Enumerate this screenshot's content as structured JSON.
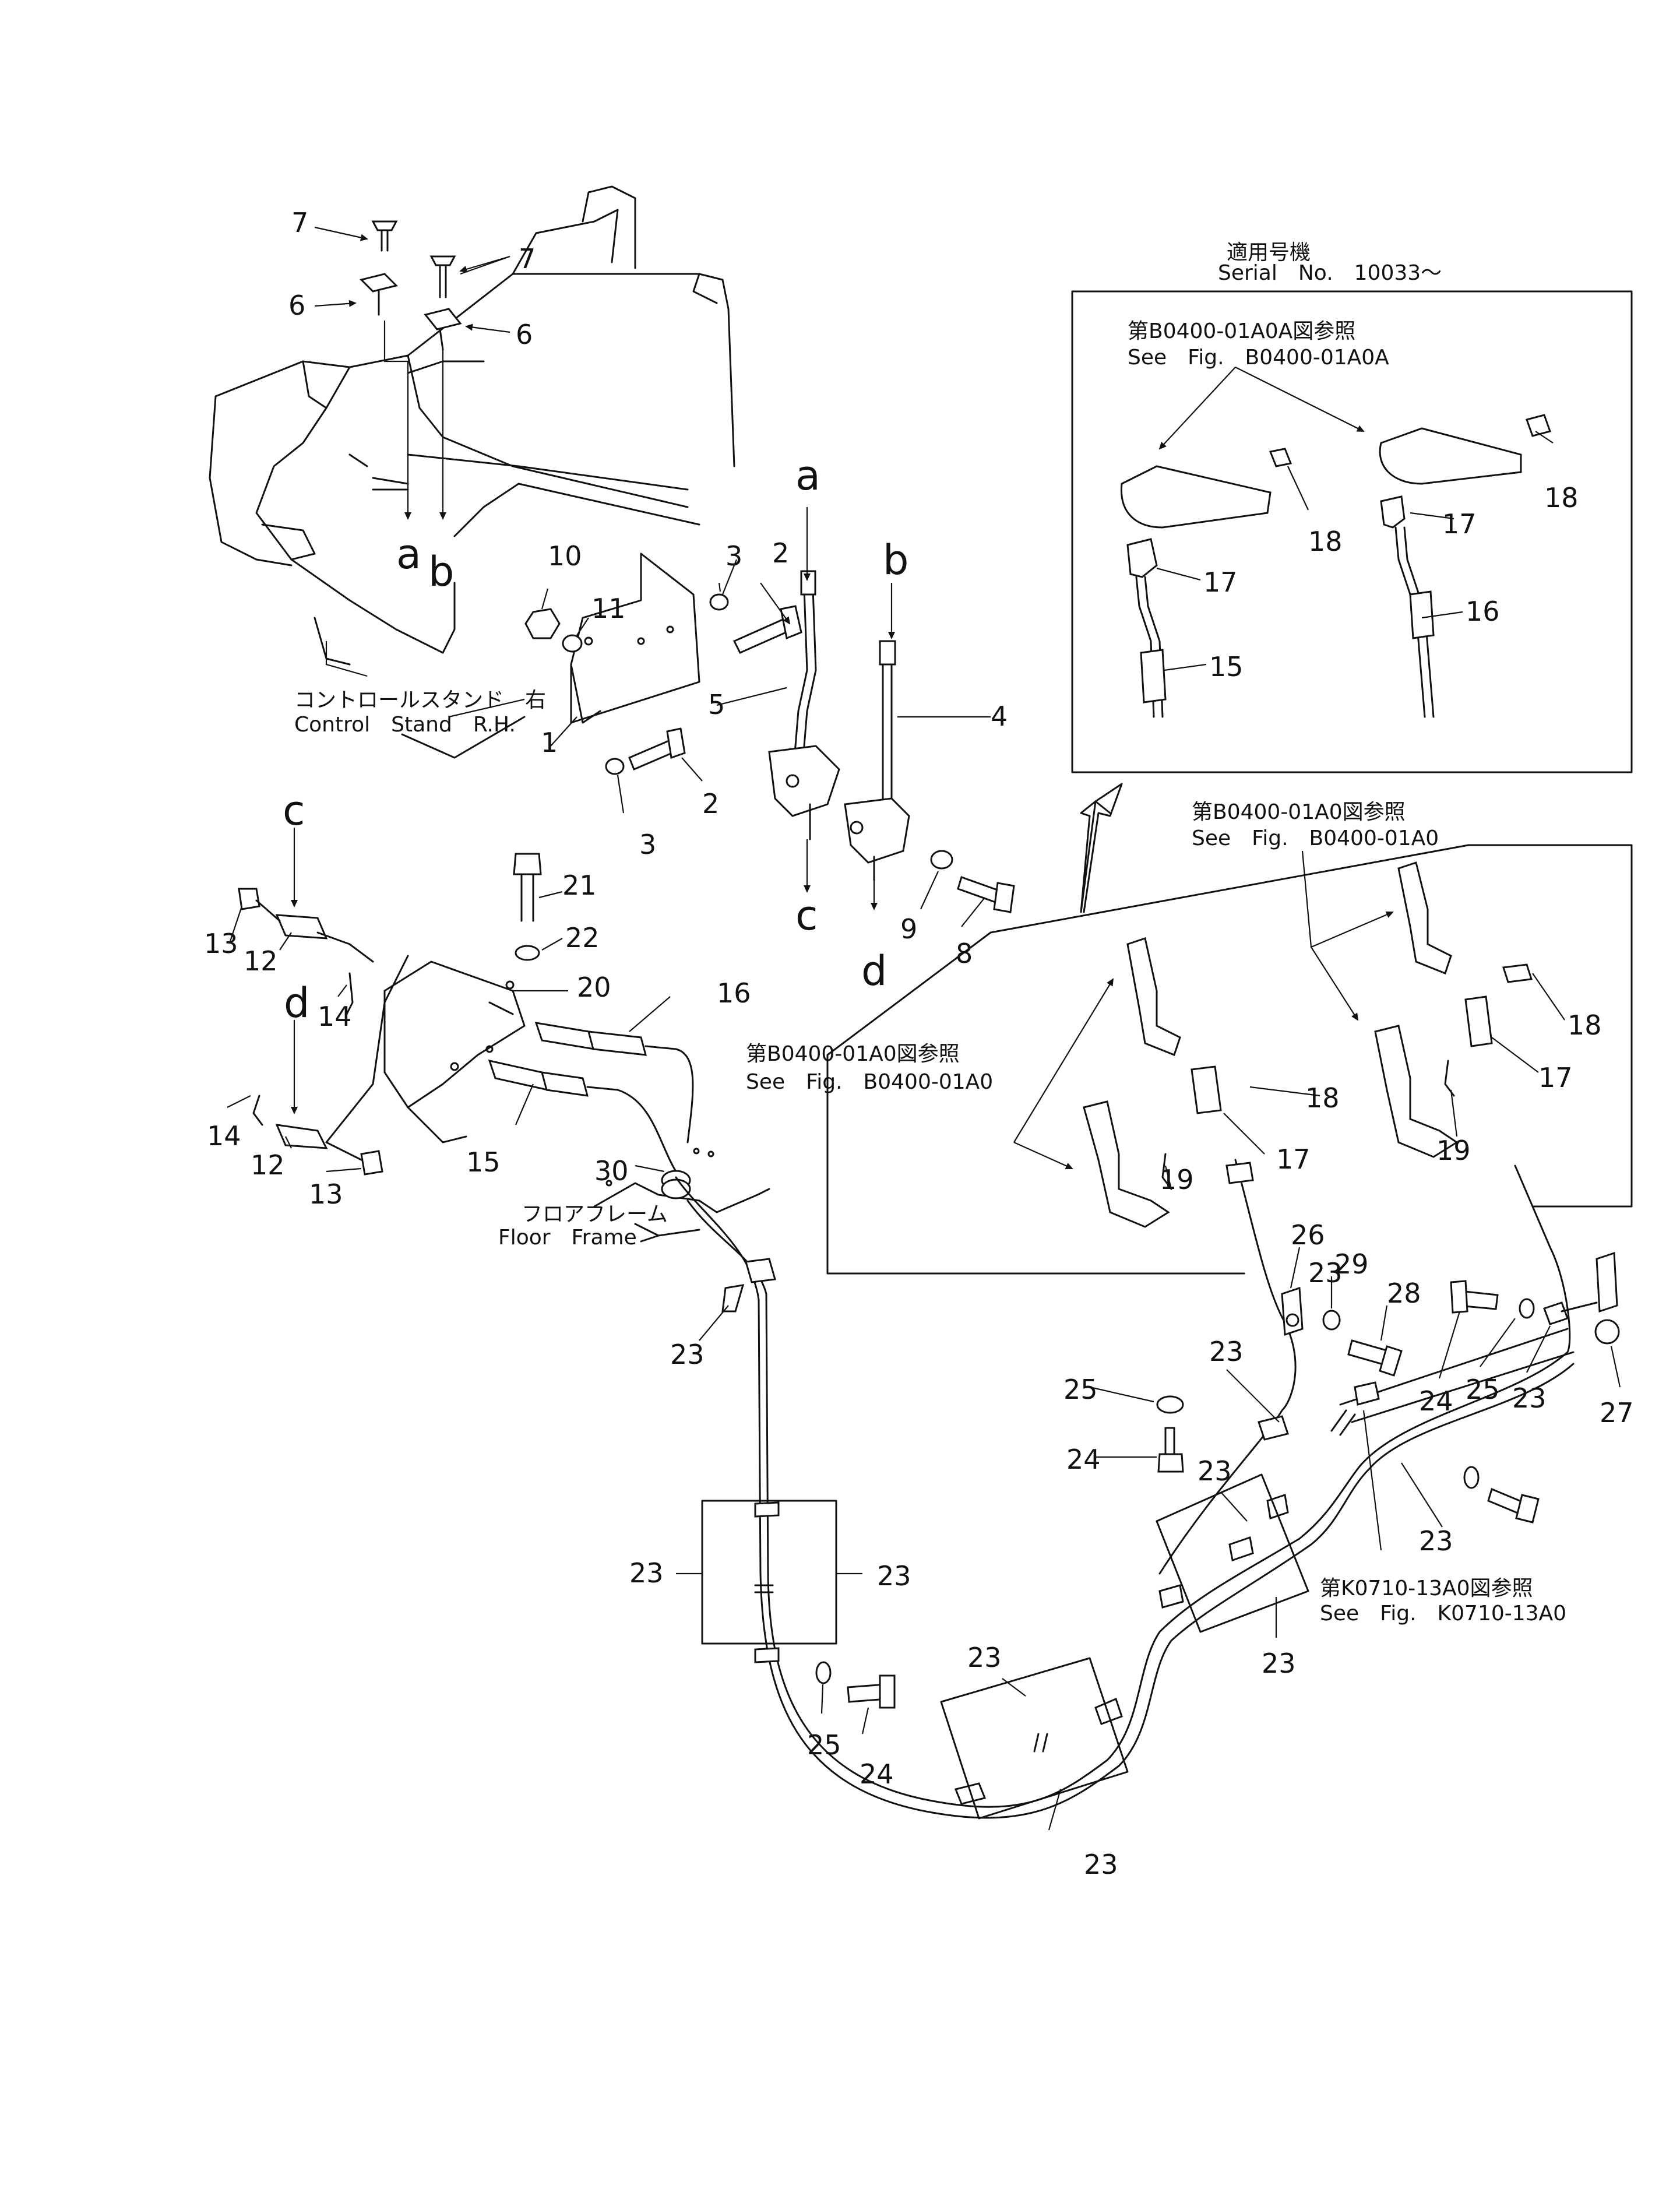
{
  "callouts": {
    "c1": "1",
    "c2a": "2",
    "c2b": "2",
    "c3a": "3",
    "c3b": "3",
    "c4": "4",
    "c5": "5",
    "c6a": "6",
    "c6b": "6",
    "c7a": "7",
    "c7b": "7",
    "c8": "8",
    "c9": "9",
    "c10": "10",
    "c11": "11",
    "c12a": "12",
    "c12b": "12",
    "c13a": "13",
    "c13b": "13",
    "c14a": "14",
    "c14b": "14",
    "c15a": "15",
    "c15b": "15",
    "c16a": "16",
    "c16b": "16",
    "c17a": "17",
    "c17b": "17",
    "c17c": "17",
    "c17d": "17",
    "c18a": "18",
    "c18b": "18",
    "c18c": "18",
    "c18d": "18",
    "c19a": "19",
    "c19b": "19",
    "c20": "20",
    "c21": "21",
    "c22": "22",
    "c23a": "23",
    "c23b": "23",
    "c23c": "23",
    "c23d": "23",
    "c23e": "23",
    "c23f": "23",
    "c23g": "23",
    "c23h": "23",
    "c23i": "23",
    "c23j": "23",
    "c23k": "23",
    "c24a": "24",
    "c24b": "24",
    "c24c": "24",
    "c25a": "25",
    "c25b": "25",
    "c25c": "25",
    "c26": "26",
    "c27": "27",
    "c28": "28",
    "c29": "29",
    "c30": "30"
  },
  "view_letters": {
    "a1": "a",
    "b1": "b",
    "a2": "a",
    "b2": "b",
    "c1": "c",
    "d1": "d",
    "c2": "c",
    "d2": "d"
  },
  "labels": {
    "control_stand_jp": "コントロールスタンド　右",
    "control_stand_en": "Control　Stand　R.H.",
    "floor_frame_jp": "フロアフレーム",
    "floor_frame_en": "Floor　Frame",
    "serial_jp": "適用号機",
    "serial_en": "Serial　No.　10033～",
    "ref_a0a_jp": "第B0400-01A0A図参照",
    "ref_a0a_en": "See　Fig.　B0400-01A0A",
    "ref_a0_top_jp": "第B0400-01A0図参照",
    "ref_a0_top_en": "See　Fig.　B0400-01A0",
    "ref_a0_left_jp": "第B0400-01A0図参照",
    "ref_a0_left_en": "See　Fig.　B0400-01A0",
    "ref_k_jp": "第K0710-13A0図参照",
    "ref_k_en": "See　Fig.　K0710-13A0"
  }
}
